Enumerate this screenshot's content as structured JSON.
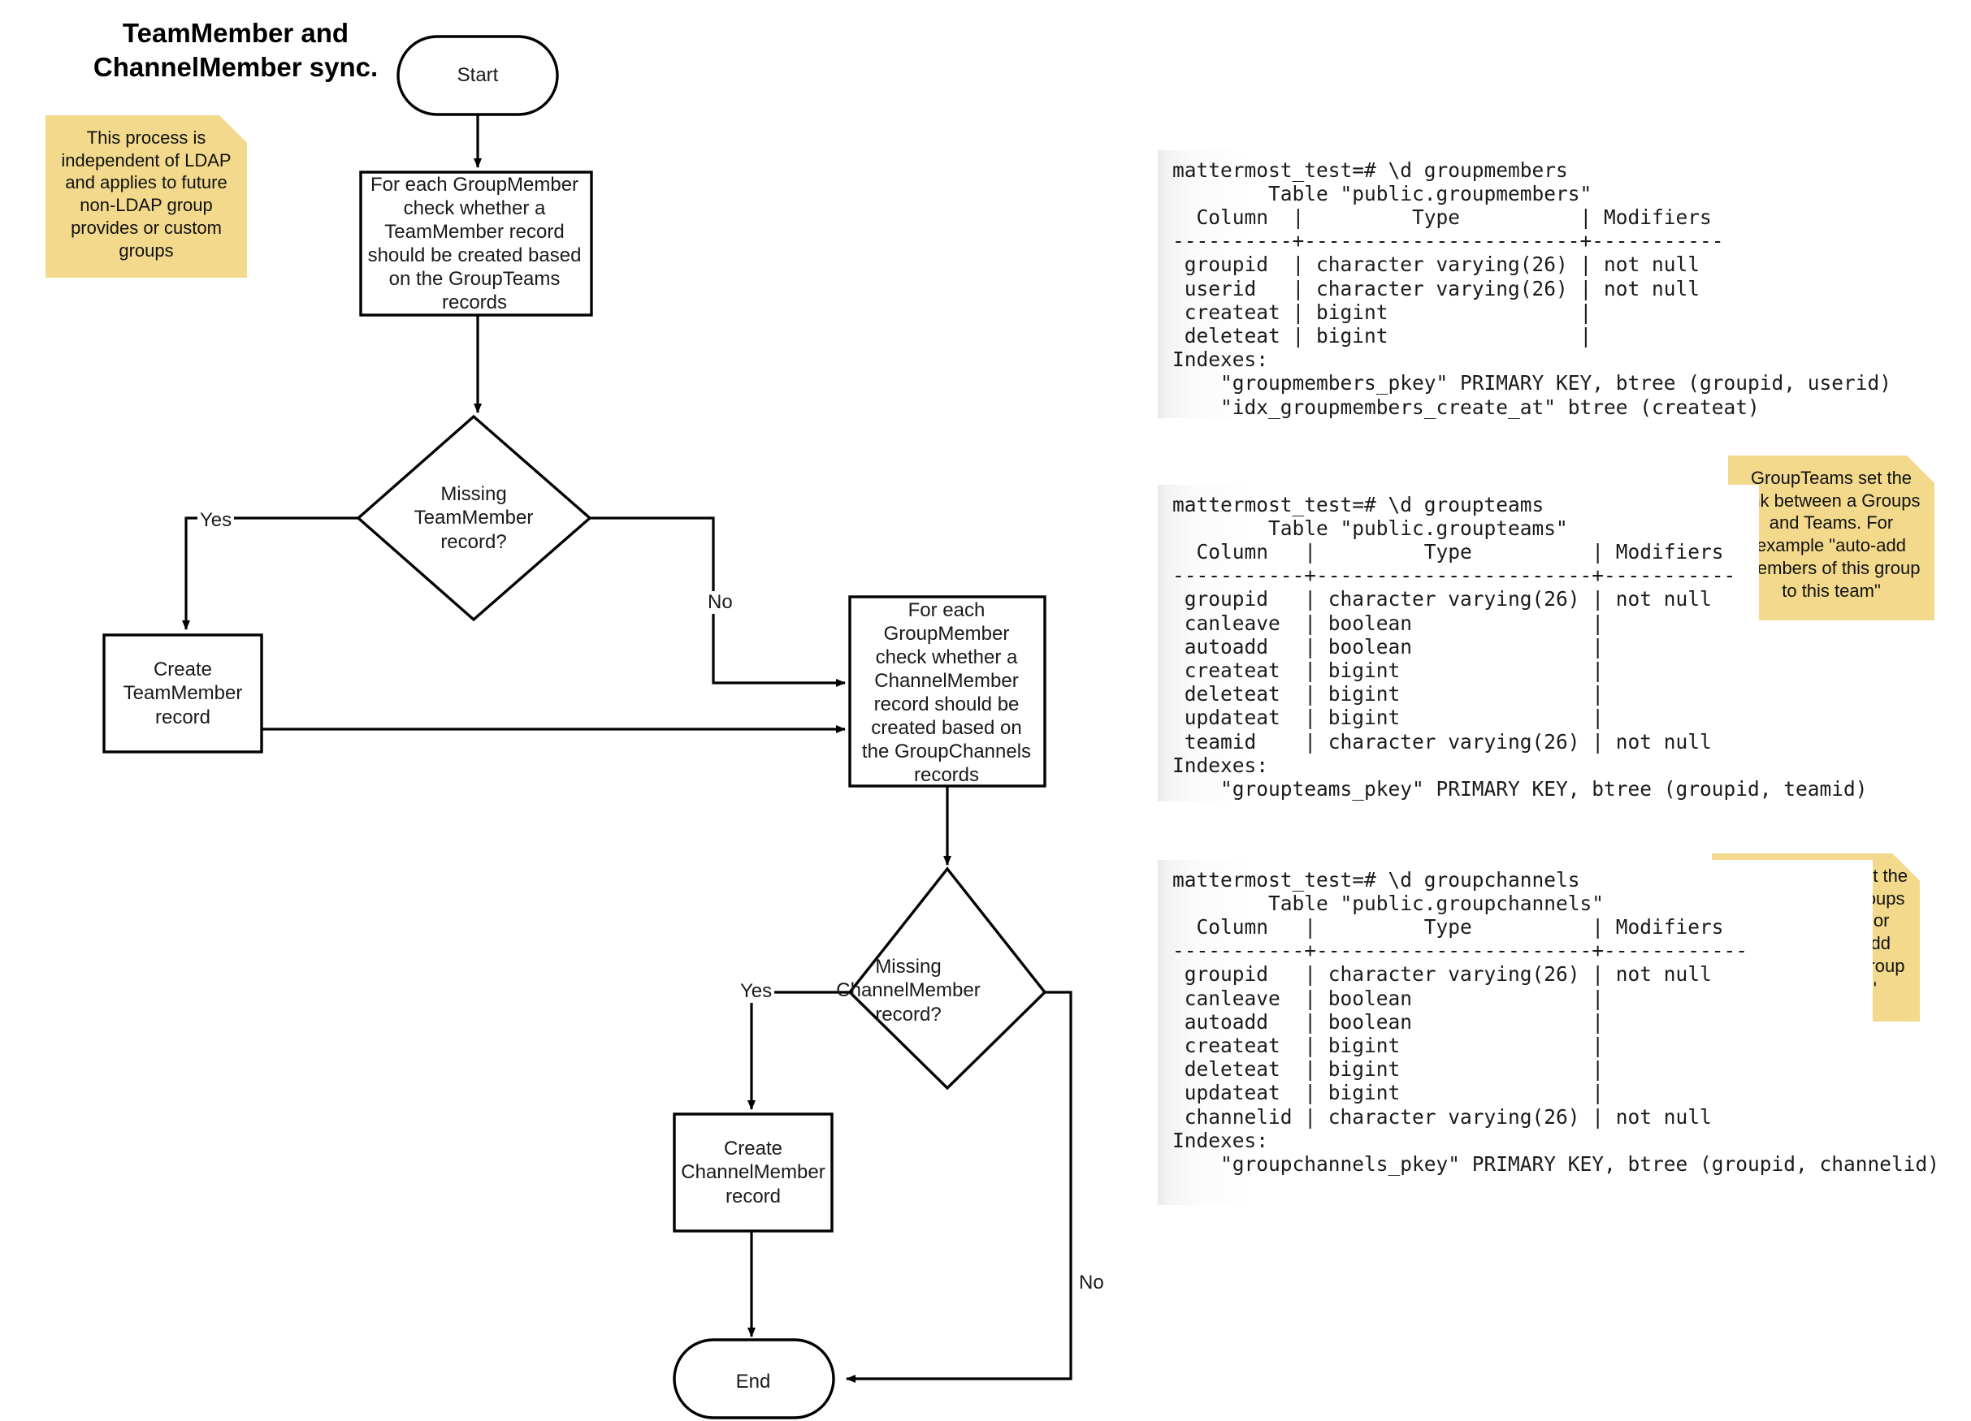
{
  "title": "TeamMember and\nChannelMember sync.",
  "notes": {
    "ldap": "This process is independent of LDAP and applies to future non-LDAP group provides or custom groups",
    "groupteams": "GroupTeams set the link between a Groups and Teams. For example \"auto-add members of this group to this team\"",
    "groupchannels": "GroupChannels set the link between a Groups and Channels. For example \"auto-add members of this group to this channel\""
  },
  "flow": {
    "start": "Start",
    "process_teammember": "For each GroupMember check whether a TeamMember record should be created based on the GroupTeams records",
    "decision_teammember": "Missing TeamMember record?",
    "create_teammember": "Create TeamMember record",
    "process_channelmember": "For each GroupMember check whether a ChannelMember record should be created based on the GroupChannels records",
    "decision_channelmember": "Missing ChannelMember record?",
    "create_channelmember": "Create ChannelMember record",
    "end": "End",
    "labels": {
      "yes_teammember": "Yes",
      "no_teammember": "No",
      "yes_channelmember": "Yes",
      "no_channelmember": "No"
    }
  },
  "terminals": {
    "groupmembers": "mattermost_test=# \\d groupmembers\n        Table \"public.groupmembers\"\n  Column  |         Type          | Modifiers\n----------+-----------------------+-----------\n groupid  | character varying(26) | not null\n userid   | character varying(26) | not null\n createat | bigint                |\n deleteat | bigint                |\nIndexes:\n    \"groupmembers_pkey\" PRIMARY KEY, btree (groupid, userid)\n    \"idx_groupmembers_create_at\" btree (createat)",
    "groupteams": "mattermost_test=# \\d groupteams\n        Table \"public.groupteams\"\n  Column   |         Type          | Modifiers\n-----------+-----------------------+-----------\n groupid   | character varying(26) | not null\n canleave  | boolean               |\n autoadd   | boolean               |\n createat  | bigint                |\n deleteat  | bigint                |\n updateat  | bigint                |\n teamid    | character varying(26) | not null\nIndexes:\n    \"groupteams_pkey\" PRIMARY KEY, btree (groupid, teamid)",
    "groupchannels": "mattermost_test=# \\d groupchannels\n        Table \"public.groupchannels\"\n  Column   |         Type          | Modifiers\n-----------+-----------------------+------------\n groupid   | character varying(26) | not null\n canleave  | boolean               |\n autoadd   | boolean               |\n createat  | bigint                |\n deleteat  | bigint                |\n updateat  | bigint                |\n channelid | character varying(26) | not null\nIndexes:\n    \"groupchannels_pkey\" PRIMARY KEY, btree (groupid, channelid)"
  },
  "colors": {
    "note_bg": "#f2d98c",
    "note_fold": "#d9c07a",
    "stroke": "#000000"
  }
}
